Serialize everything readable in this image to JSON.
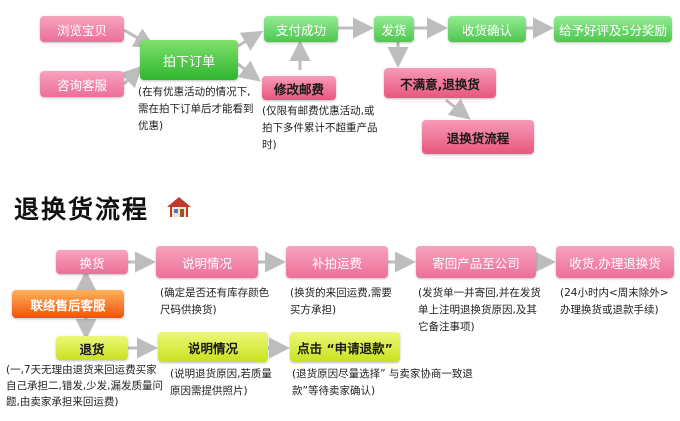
{
  "top_flow": {
    "browse": "浏览宝贝",
    "consult": "咨询客服",
    "order": "拍下订单",
    "order_note": "(在有优惠活动的情况下,需在拍下订单后才能看到优惠)",
    "modify_postage": "修改邮费",
    "postage_note": "(仅限有邮费优惠活动,或拍下多件累计不超重产品时)",
    "pay_success": "支付成功",
    "ship": "发货",
    "confirm_receipt": "收货确认",
    "praise": "给予好评及5分奖励",
    "unsatisfied": "不满意,退换货",
    "return_process": "退换货流程"
  },
  "section_title": "退换货流程",
  "exchange_flow": {
    "contact": "联络售后客服",
    "exchange": "换货",
    "explain": "说明情况",
    "explain_note": "(确定是否还有库存颜色尺码供换货)",
    "repay": "补拍运费",
    "repay_note": "(换货的来回运费,需要买方承担)",
    "send_back": "寄回产品至公司",
    "send_back_note": "(发货单一并寄回,并在发货单上注明退换货原因,及其它备注事项)",
    "receive": "收货,办理退换货",
    "receive_note": "(24小时内<周末除外>办理换货或退款手续)"
  },
  "return_flow": {
    "return": "退货",
    "return_note": "(一,7天无理由退货来回运费买家自己承担二,错发,少发,漏发质量问题,由卖家承担来回运费)",
    "explain": "说明情况",
    "explain_note": "(说明退货原因,若质量原因需提供照片)",
    "click_refund": "点击 “申请退款”",
    "refund_note": "(退货原因尽量选择” 与卖家协商一致退款”等待卖家确认)"
  },
  "colors": {
    "pink": "#ec6f97",
    "green": "#4fc64f",
    "lime": "#c9e21f",
    "orange": "#f0520c",
    "arrow": "#bdbdbd"
  },
  "icons": [
    "house-icon",
    "arrow-right-icon",
    "arrow-down-icon"
  ]
}
